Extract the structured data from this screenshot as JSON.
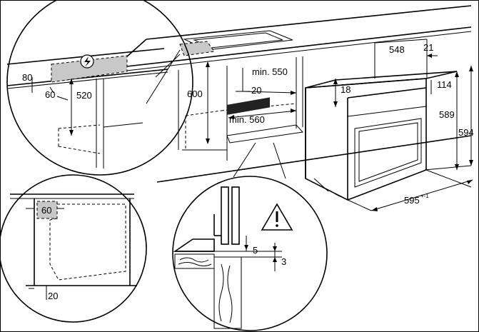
{
  "dimensions": {
    "d80": "80",
    "d60_top": "60",
    "d520": "520",
    "d600": "600",
    "min550": "min. 550",
    "d20_top": "20",
    "min560": "min. 560",
    "d548": "548",
    "d21": "21",
    "d114": "114",
    "d18": "18",
    "d589": "589",
    "d594": "594",
    "d595": "595",
    "d595_tol": "+-1",
    "d60_bottom": "60",
    "d20_bottom": "20",
    "d5": "5",
    "d3": "3"
  },
  "icons": {
    "electric": "electric-connection-icon",
    "warning": "warning-triangle-icon"
  }
}
